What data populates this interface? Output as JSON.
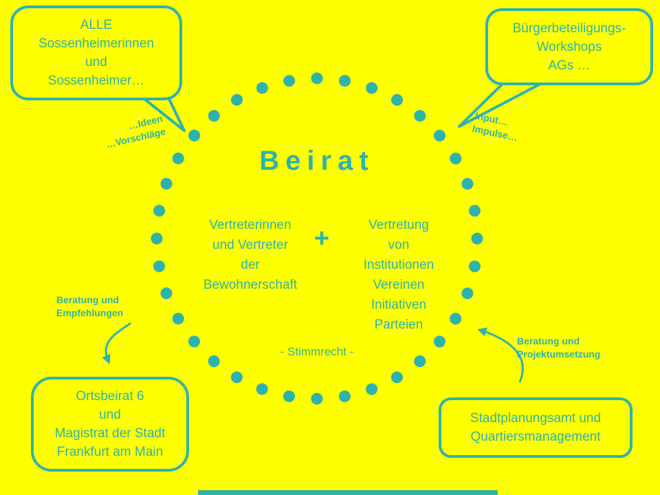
{
  "colors": {
    "background": "#feff00",
    "teal": "#2eb3ac"
  },
  "circle": {
    "title": "Beirat",
    "plus": "+",
    "footnote": "- Stimmrecht -",
    "left_group": [
      "Vertreterinnen",
      "und Vertreter",
      "der",
      "Bewohnerschaft"
    ],
    "right_group": [
      "Vertretung",
      "von",
      "Institutionen",
      "Vereinen",
      "Initiativen",
      "Parteien"
    ]
  },
  "callouts": {
    "top_left": [
      "ALLE",
      "Sossenheimerinnen",
      "und",
      "Sossenheimer…"
    ],
    "top_right": [
      "Bürgerbeteiligungs-",
      "Workshops",
      "AGs …"
    ],
    "bottom_left": [
      "Ortsbeirat 6",
      "und",
      "Magistrat der Stadt",
      "Frankfurt am Main"
    ],
    "bottom_right": [
      "Stadtplanungsamt und",
      "Quartiersmanagement"
    ]
  },
  "flow_labels": {
    "ideas": [
      "…Ideen",
      "…Vorschläge"
    ],
    "input": [
      "Input…",
      "Impulse…"
    ],
    "advice_left": [
      "Beratung und",
      "Empfehlungen"
    ],
    "advice_right": [
      "Beratung und",
      "Projektumsetzung"
    ]
  }
}
